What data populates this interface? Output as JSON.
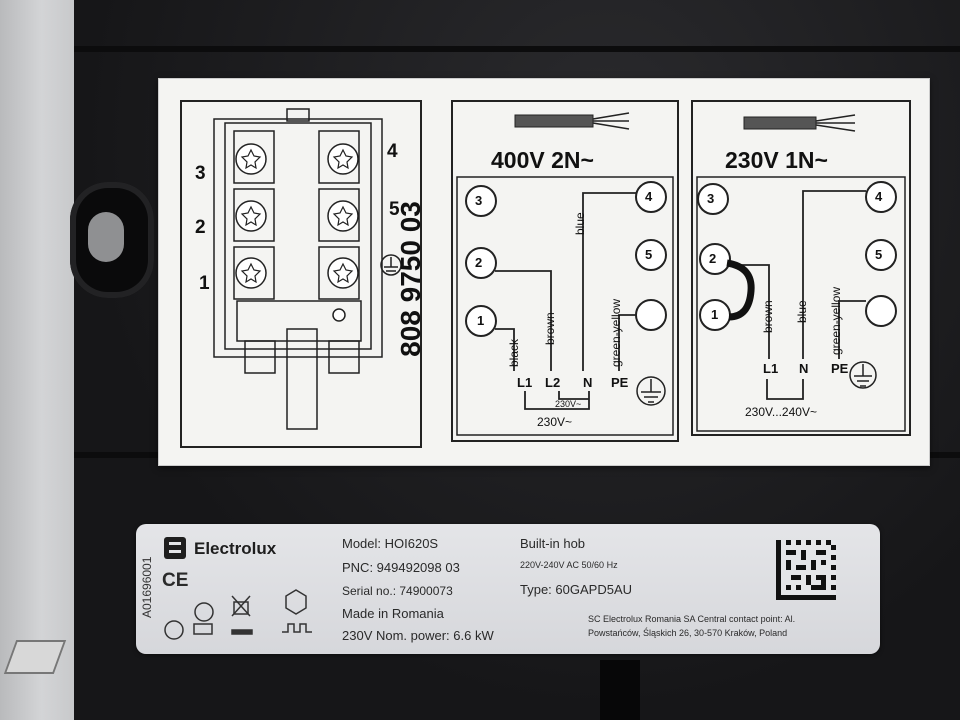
{
  "wiring_label": {
    "part_code": "808 9750 03",
    "switch_numbers": [
      "3",
      "2",
      "1",
      "4",
      "5"
    ],
    "panel_400v": {
      "title": "400V 2N~",
      "terminals": [
        "3",
        "2",
        "1",
        "4",
        "5"
      ],
      "wires": [
        "black",
        "brown",
        "blue",
        "green-yellow"
      ],
      "bottom_labels": [
        "L1",
        "L2",
        "N",
        "PE"
      ],
      "voltage_inner": "230V~",
      "voltage_outer": "230V~"
    },
    "panel_230v": {
      "title": "230V 1N~",
      "terminals": [
        "3",
        "2",
        "1",
        "4",
        "5"
      ],
      "wires": [
        "brown",
        "blue",
        "green-yellow"
      ],
      "bottom_labels": [
        "L1",
        "N",
        "PE"
      ],
      "voltage_range": "230V...240V~"
    }
  },
  "rating_plate": {
    "brand": "Electrolux",
    "model": "Model: HOI620S",
    "pnc": "PNC: 949492098 03",
    "serial": "Serial no.: 74900073",
    "made_in": "Made in Romania",
    "power": "230V   Nom. power: 6.6 kW",
    "product_type": "Built-in hob",
    "voltage_freq": "220V-240V AC    50/60 Hz",
    "type": "Type: 60GAPD5AU",
    "address_line1": "SC Electrolux Romania SA Central contact point: Al.",
    "address_line2": "Powstańców, Śląskich 26, 30-570 Kraków, Poland",
    "vertical_code": "A01696001",
    "ce_mark": "CE"
  },
  "colors": {
    "label_bg": "#f4f4f2",
    "plate_bg": "#dcdde0",
    "hob_body": "#1b1b1d"
  }
}
